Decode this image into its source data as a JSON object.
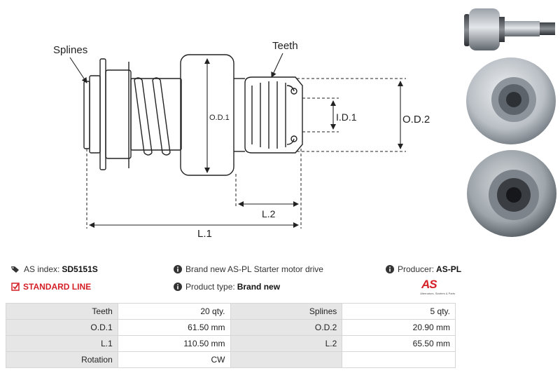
{
  "diagram": {
    "splines_label": "Splines",
    "teeth_label": "Teeth",
    "od1_label": "O.D.1",
    "id1_label": "I.D.1",
    "od2_label": "O.D.2",
    "l2_label": "L.2",
    "l1_label": "L.1"
  },
  "info": {
    "as_index_label": "AS index:",
    "as_index_value": "SD5151S",
    "standard_line": "STANDARD LINE",
    "description": "Brand new AS-PL Starter motor drive",
    "product_type_label": "Product type:",
    "product_type_value": "Brand new",
    "producer_label": "Producer:",
    "producer_value": "AS-PL",
    "logo_text": "AS",
    "logo_tagline": "Alternators, Starters & Parts"
  },
  "specs": {
    "rows": [
      {
        "l1": "Teeth",
        "v1": "20 qty.",
        "l2": "Splines",
        "v2": "5 qty."
      },
      {
        "l1": "O.D.1",
        "v1": "61.50 mm",
        "l2": "O.D.2",
        "v2": "20.90 mm"
      },
      {
        "l1": "L.1",
        "v1": "110.50 mm",
        "l2": "L.2",
        "v2": "65.50 mm"
      },
      {
        "l1": "Rotation",
        "v1": "CW",
        "l2": "",
        "v2": ""
      }
    ]
  },
  "colors": {
    "accent_red": "#d41f26",
    "table_header_bg": "#e6e6e6",
    "table_border": "#d6d6d6"
  }
}
